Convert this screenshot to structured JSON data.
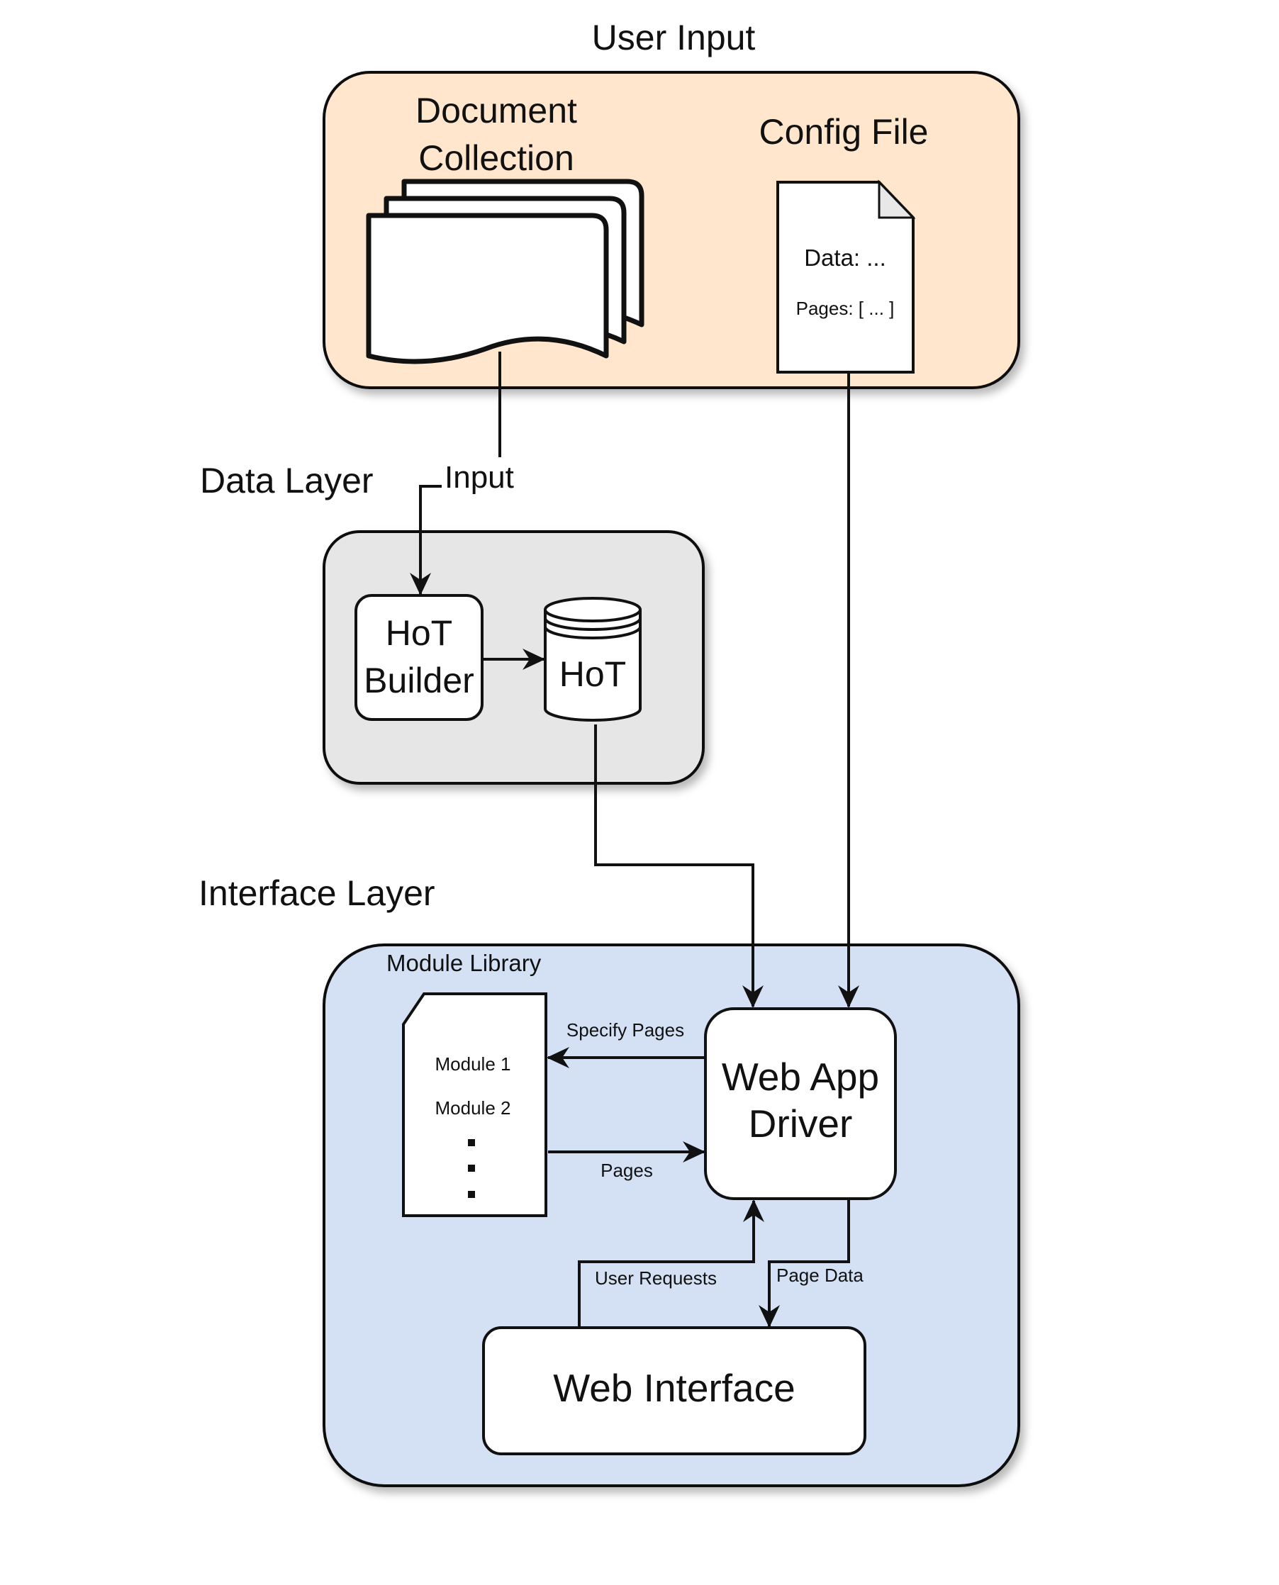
{
  "colors": {
    "user_input_fill": "#ffe6cc",
    "data_layer_fill": "#e6e6e6",
    "interface_layer_fill": "#d4e1f5",
    "stroke": "#111111",
    "node_fill": "#ffffff"
  },
  "layers": {
    "user_input": {
      "title": "User Input"
    },
    "data_layer": {
      "title": "Data Layer"
    },
    "interface_layer": {
      "title": "Interface Layer",
      "container_label": "Module Library"
    }
  },
  "nodes": {
    "document_collection": {
      "line1": "Document",
      "line2": "Collection",
      "icon": "stacked-documents-icon"
    },
    "config_file": {
      "title": "Config File",
      "line1": "Data: ...",
      "line2": "Pages: [ ... ]",
      "icon": "file-icon"
    },
    "hot_builder": {
      "line1": "HoT",
      "line2": "Builder"
    },
    "hot_store": {
      "label": "HoT",
      "icon": "database-icon"
    },
    "module_card": {
      "line1": "Module 1",
      "line2": "Module 2",
      "more": "⋮"
    },
    "web_app_driver": {
      "line1": "Web App",
      "line2": "Driver"
    },
    "web_interface": {
      "label": "Web Interface"
    }
  },
  "edges": {
    "input": "Input",
    "specify_pages": "Specify Pages",
    "pages": "Pages",
    "user_requests": "User Requests",
    "page_data": "Page Data"
  }
}
